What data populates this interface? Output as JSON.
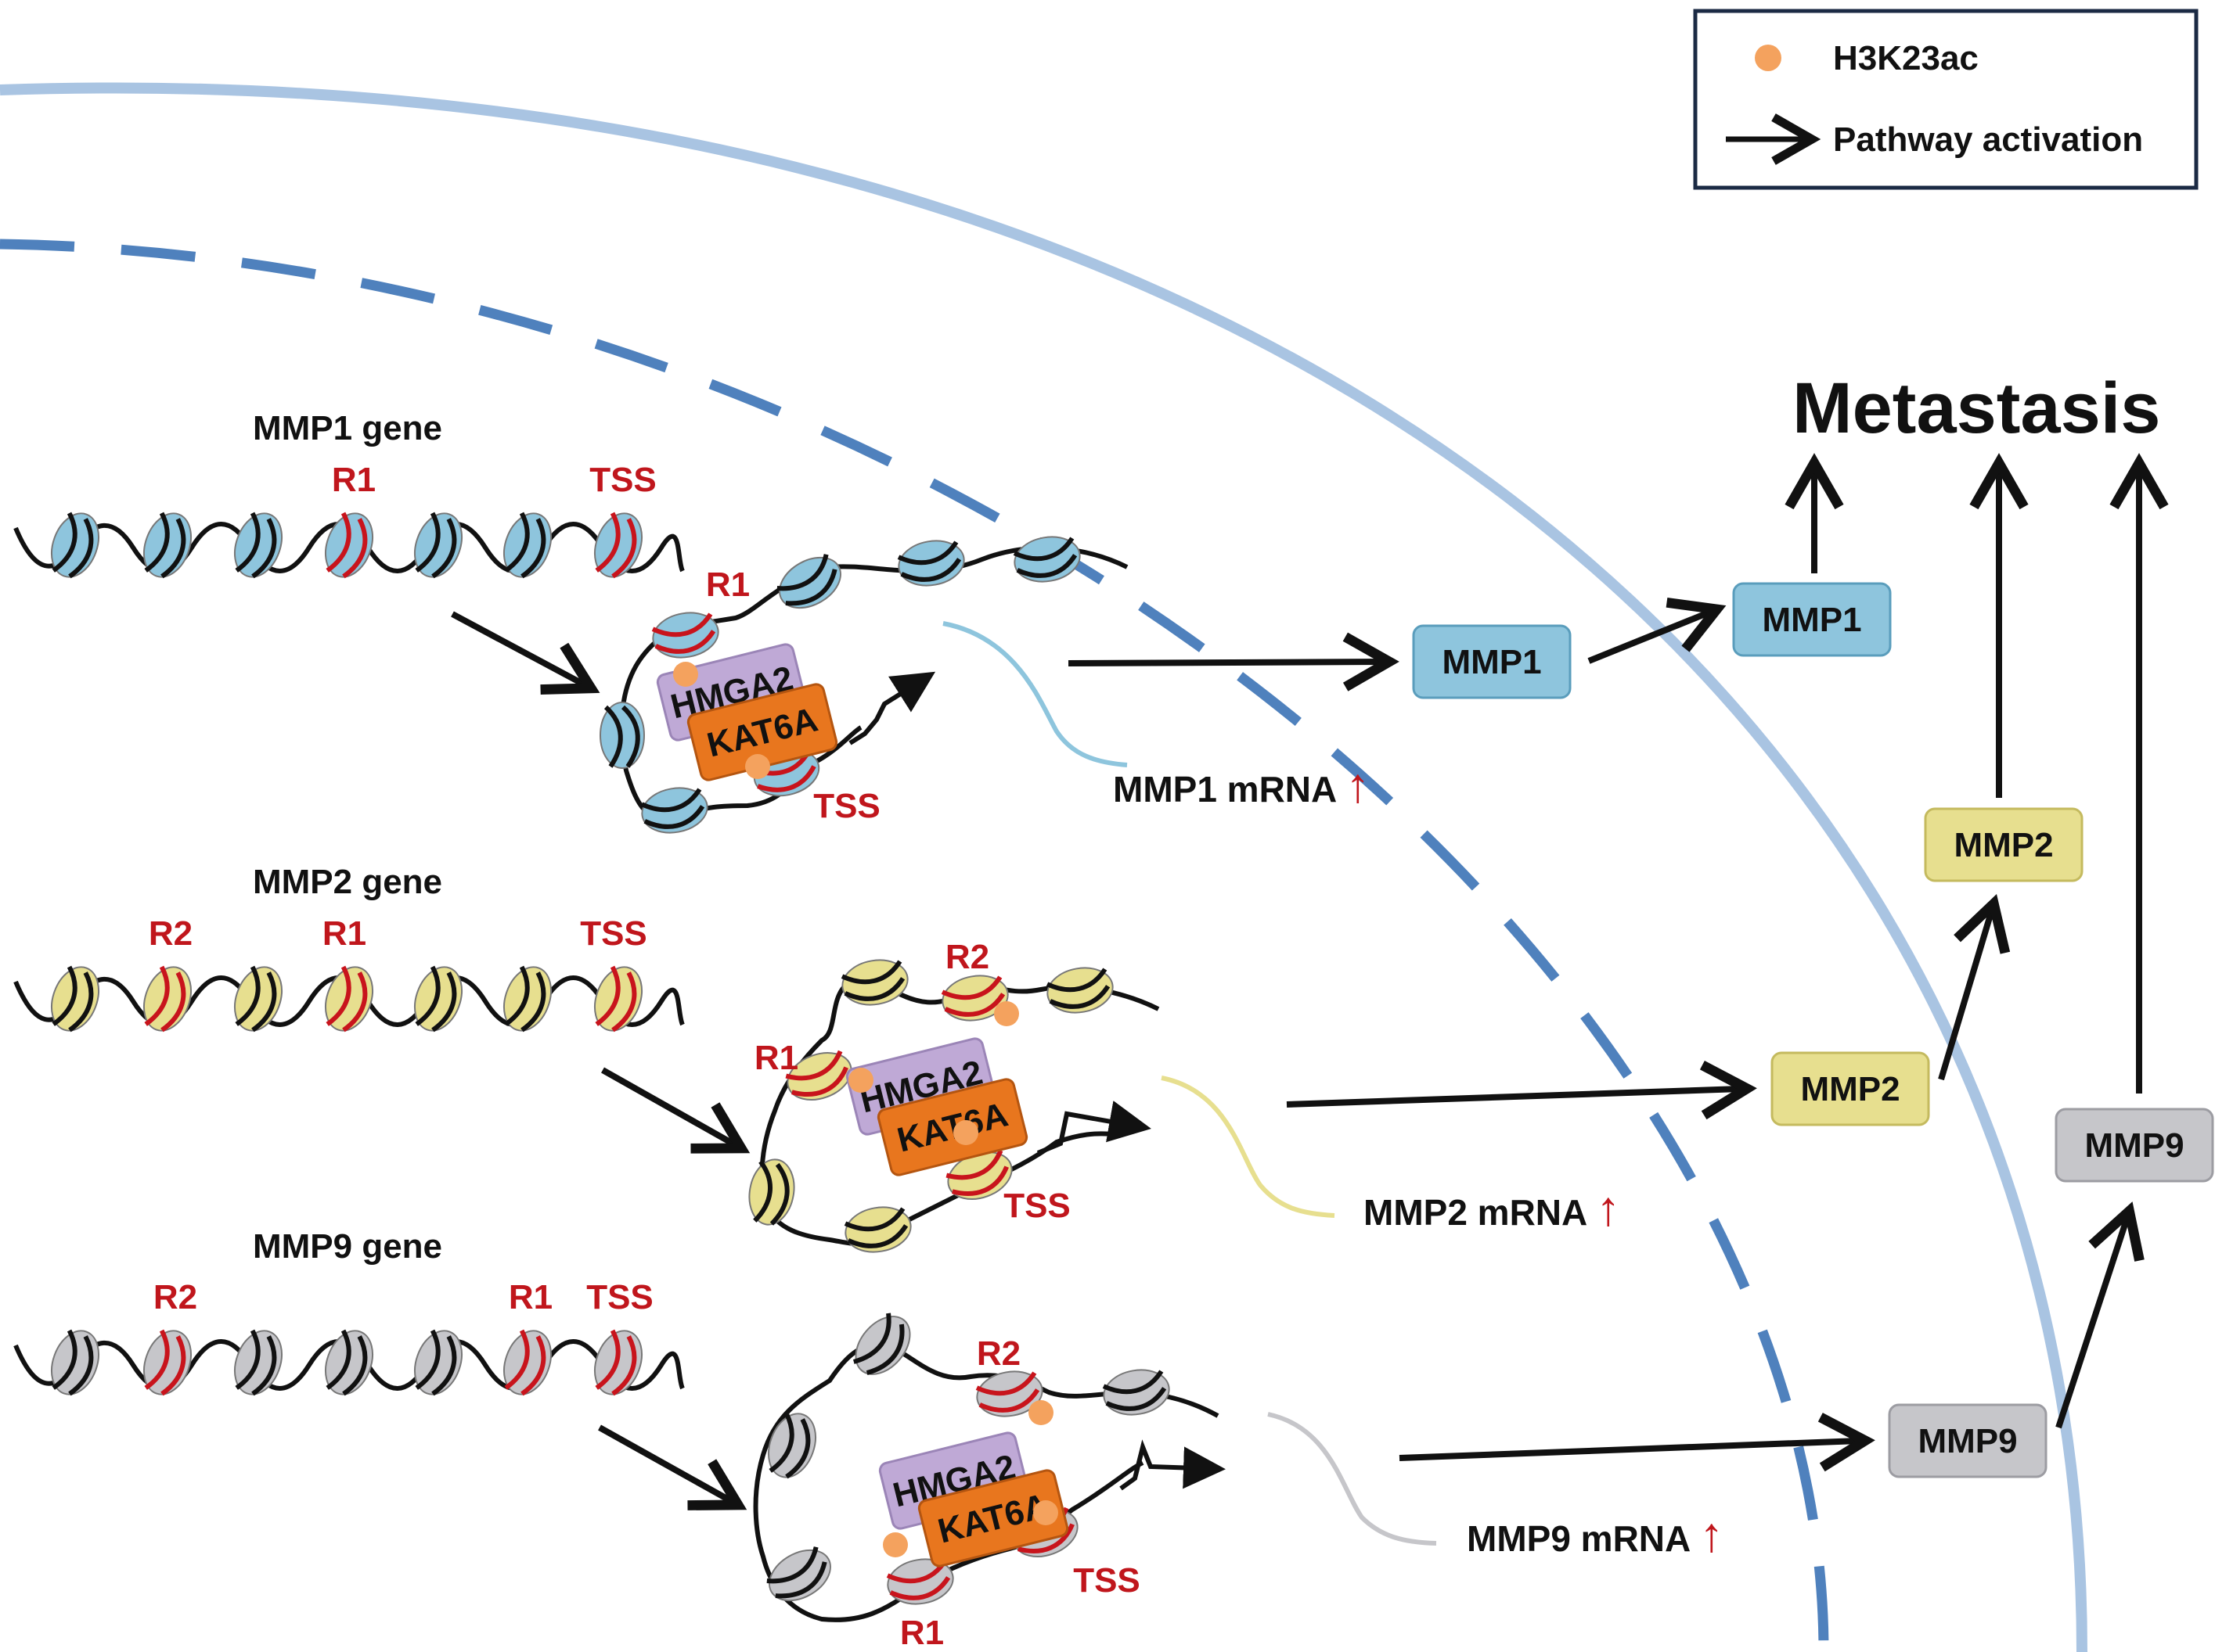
{
  "colors": {
    "mmp1": "#8ec5dd",
    "mmp2": "#e7df8f",
    "mmp9": "#c6c6ca",
    "h3k23ac": "#f4a25e",
    "hmga2": "#bfa9d6",
    "kat6a": "#e8761e",
    "mark_red": "#c8141c",
    "cell_membrane": "#a9c4e2",
    "nuclear_envelope": "#4f81bd"
  },
  "legend": {
    "dot_label": "H3K23ac",
    "arrow_label": "Pathway activation"
  },
  "outcome": "Metastasis",
  "genes": [
    {
      "gene_label": "MMP1 gene",
      "marks": [
        "R1",
        "TSS"
      ],
      "complex_marks": [
        "R1",
        "TSS"
      ],
      "hmga2": "HMGA2",
      "kat6a": "KAT6A",
      "mrna": "MMP1 mRNA",
      "up": "↑",
      "protein_nuclear": "MMP1",
      "protein_cytoplasm": "MMP1"
    },
    {
      "gene_label": "MMP2 gene",
      "marks": [
        "R2",
        "R1",
        "TSS"
      ],
      "complex_marks": [
        "R2",
        "R1",
        "TSS"
      ],
      "hmga2": "HMGA2",
      "kat6a": "KAT6A",
      "mrna": "MMP2 mRNA",
      "up": "↑",
      "protein_nuclear": "MMP2",
      "protein_cytoplasm": "MMP2"
    },
    {
      "gene_label": "MMP9 gene",
      "marks": [
        "R2",
        "R1",
        "TSS"
      ],
      "complex_marks": [
        "R2",
        "R1",
        "TSS"
      ],
      "hmga2": "HMGA2",
      "kat6a": "KAT6A",
      "mrna": "MMP9 mRNA",
      "up": "↑",
      "protein_nuclear": "MMP9",
      "protein_cytoplasm": "MMP9"
    }
  ]
}
